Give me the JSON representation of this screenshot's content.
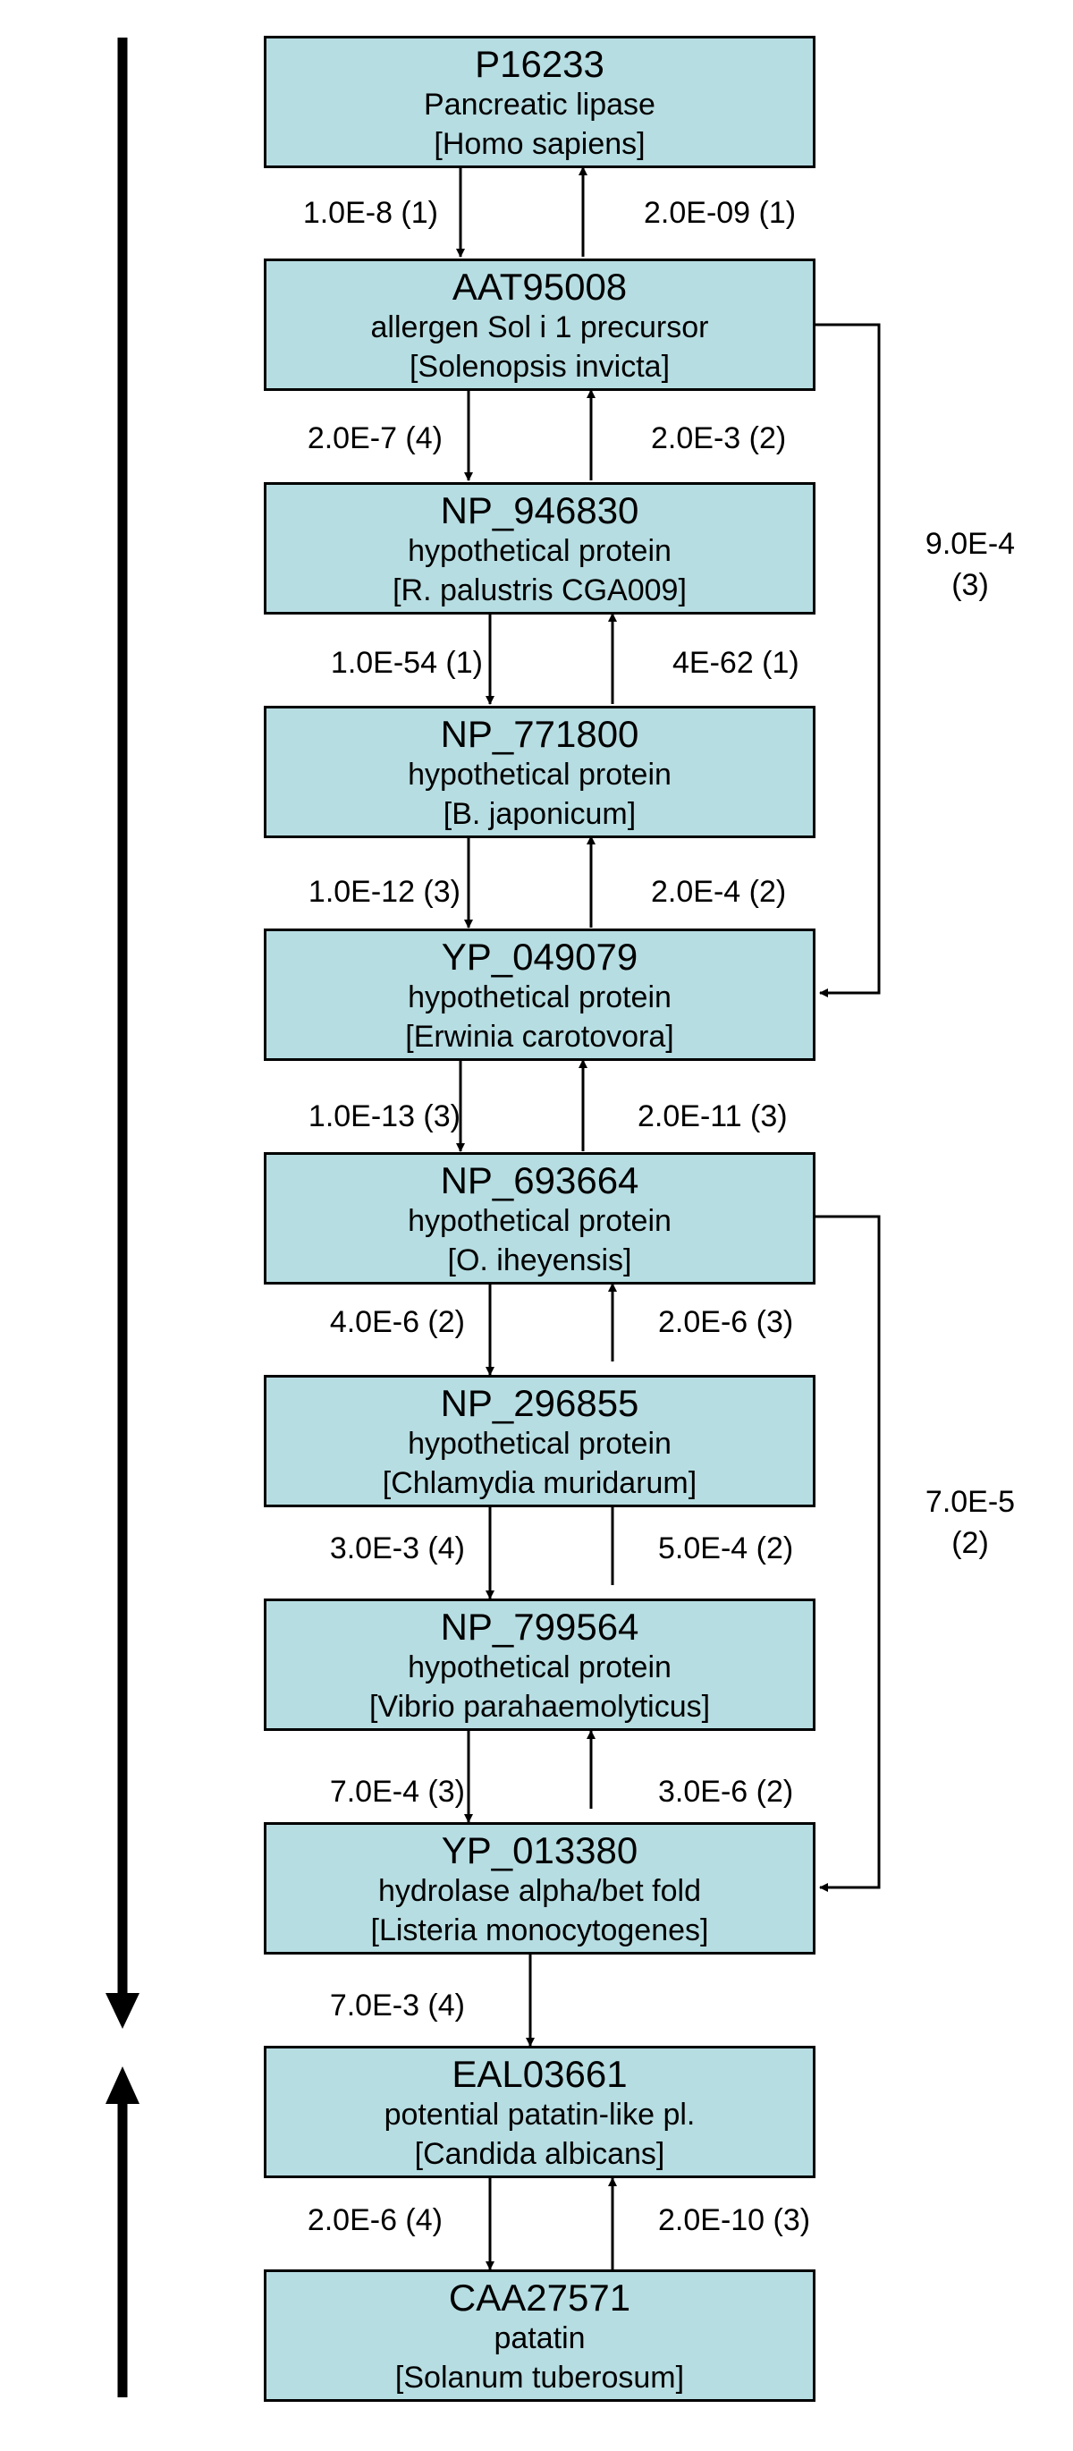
{
  "nodes": [
    {
      "accession": "P16233",
      "description": "Pancreatic lipase",
      "organism": "[Homo sapiens]"
    },
    {
      "accession": "AAT95008",
      "description": "allergen Sol i 1 precursor",
      "organism": "[Solenopsis invicta]"
    },
    {
      "accession": "NP_946830",
      "description": "hypothetical protein",
      "organism": "[R. palustris CGA009]"
    },
    {
      "accession": "NP_771800",
      "description": "hypothetical protein",
      "organism": "[B. japonicum]"
    },
    {
      "accession": "YP_049079",
      "description": "hypothetical protein",
      "organism": "[Erwinia carotovora]"
    },
    {
      "accession": "NP_693664",
      "description": "hypothetical protein",
      "organism": "[O. iheyensis]"
    },
    {
      "accession": "NP_296855",
      "description": "hypothetical protein",
      "organism": "[Chlamydia muridarum]"
    },
    {
      "accession": "NP_799564",
      "description": "hypothetical protein",
      "organism": "[Vibrio parahaemolyticus]"
    },
    {
      "accession": "YP_013380",
      "description": "hydrolase alpha/bet fold",
      "organism": "[Listeria monocytogenes]"
    },
    {
      "accession": "EAL03661",
      "description": "potential patatin-like pl.",
      "organism": "[Candida albicans]"
    },
    {
      "accession": "CAA27571",
      "description": "patatin",
      "organism": "[Solanum tuberosum]"
    }
  ],
  "edges": [
    {
      "forward": "1.0E-8 (1)",
      "reverse": "2.0E-09 (1)"
    },
    {
      "forward": "2.0E-7 (4)",
      "reverse": "2.0E-3 (2)"
    },
    {
      "forward": "1.0E-54 (1)",
      "reverse": "4E-62 (1)"
    },
    {
      "forward": "1.0E-12 (3)",
      "reverse": "2.0E-4 (2)"
    },
    {
      "forward": "1.0E-13 (3)",
      "reverse": "2.0E-11 (3)"
    },
    {
      "forward": "4.0E-6 (2)",
      "reverse": "2.0E-6 (3)"
    },
    {
      "forward": "3.0E-3 (4)",
      "reverse": "5.0E-4 (2)"
    },
    {
      "forward": "7.0E-4 (3)",
      "reverse": "3.0E-6 (2)"
    },
    {
      "forward": "7.0E-3 (4)",
      "reverse": ""
    },
    {
      "forward": "2.0E-6 (4)",
      "reverse": "2.0E-10 (3)"
    }
  ],
  "skip_edges": [
    {
      "line1": "9.0E-4",
      "line2": "(3)"
    },
    {
      "line1": "7.0E-5",
      "line2": "(2)"
    }
  ]
}
